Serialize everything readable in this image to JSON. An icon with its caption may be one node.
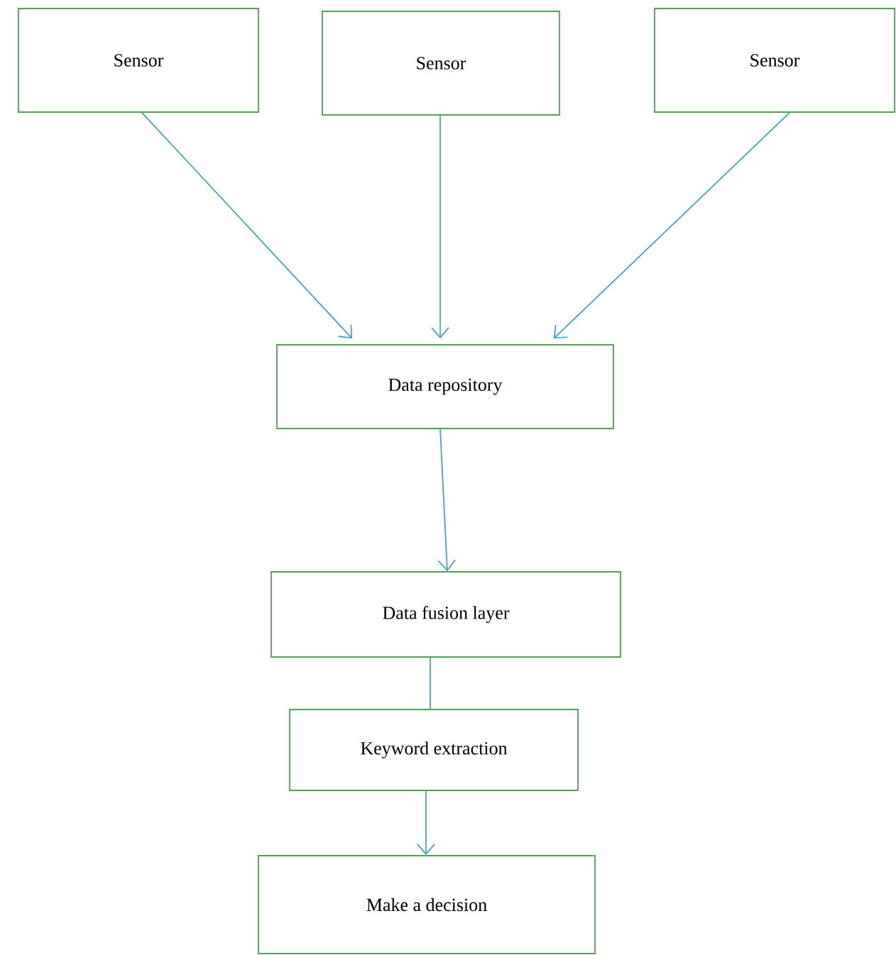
{
  "diagram": {
    "nodes": [
      {
        "text": [
          "Sensor"
        ]
      },
      {
        "text": [
          "Sensor"
        ]
      },
      {
        "text": [
          "Sensor"
        ]
      },
      {
        "text": [
          "Data repository"
        ]
      },
      {
        "text": [
          "Data fusion layer"
        ]
      },
      {
        "text": [
          "Keyword extraction"
        ]
      },
      {
        "text": [
          "Make a decision"
        ]
      }
    ],
    "edges": [
      {
        "from": 0,
        "to": 3,
        "arrow": "to"
      },
      {
        "from": 1,
        "to": 3,
        "arrow": "to"
      },
      {
        "from": 2,
        "to": 3,
        "arrow": "to"
      },
      {
        "from": 3,
        "to": 4,
        "arrow": "to"
      },
      {
        "from": 4,
        "to": 5,
        "arrow": "none"
      },
      {
        "from": 5,
        "to": 6,
        "arrow": "to"
      }
    ]
  }
}
